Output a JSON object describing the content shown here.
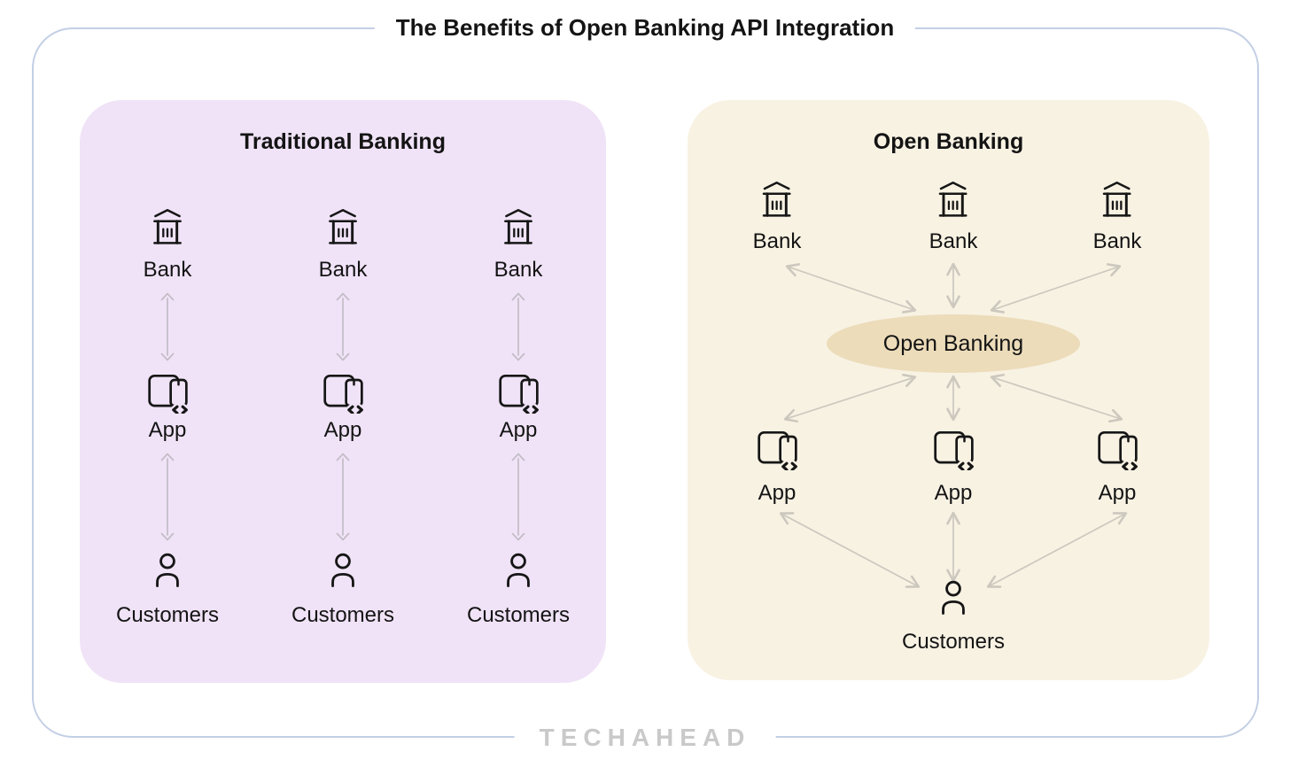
{
  "header": {
    "title": "The Benefits of Open Banking API Integration"
  },
  "footer": {
    "brand": "TECHAHEAD"
  },
  "colors": {
    "border": "#c3cfe5",
    "panel_traditional": "#f0e3f7",
    "panel_open": "#f8f2e3",
    "hub": "#ecdcba",
    "arrow_traditional": "#c2bcc6",
    "arrow_open": "#ccc8be",
    "ink": "#141414",
    "brand": "#c9c9c9"
  },
  "traditional": {
    "title": "Traditional Banking",
    "columns": [
      {
        "bank": "Bank",
        "app": "App",
        "customers": "Customers"
      },
      {
        "bank": "Bank",
        "app": "App",
        "customers": "Customers"
      },
      {
        "bank": "Bank",
        "app": "App",
        "customers": "Customers"
      }
    ]
  },
  "open_banking": {
    "title": "Open Banking",
    "hub_label": "Open Banking",
    "banks": [
      "Bank",
      "Bank",
      "Bank"
    ],
    "apps": [
      "App",
      "App",
      "App"
    ],
    "customers_label": "Customers"
  }
}
